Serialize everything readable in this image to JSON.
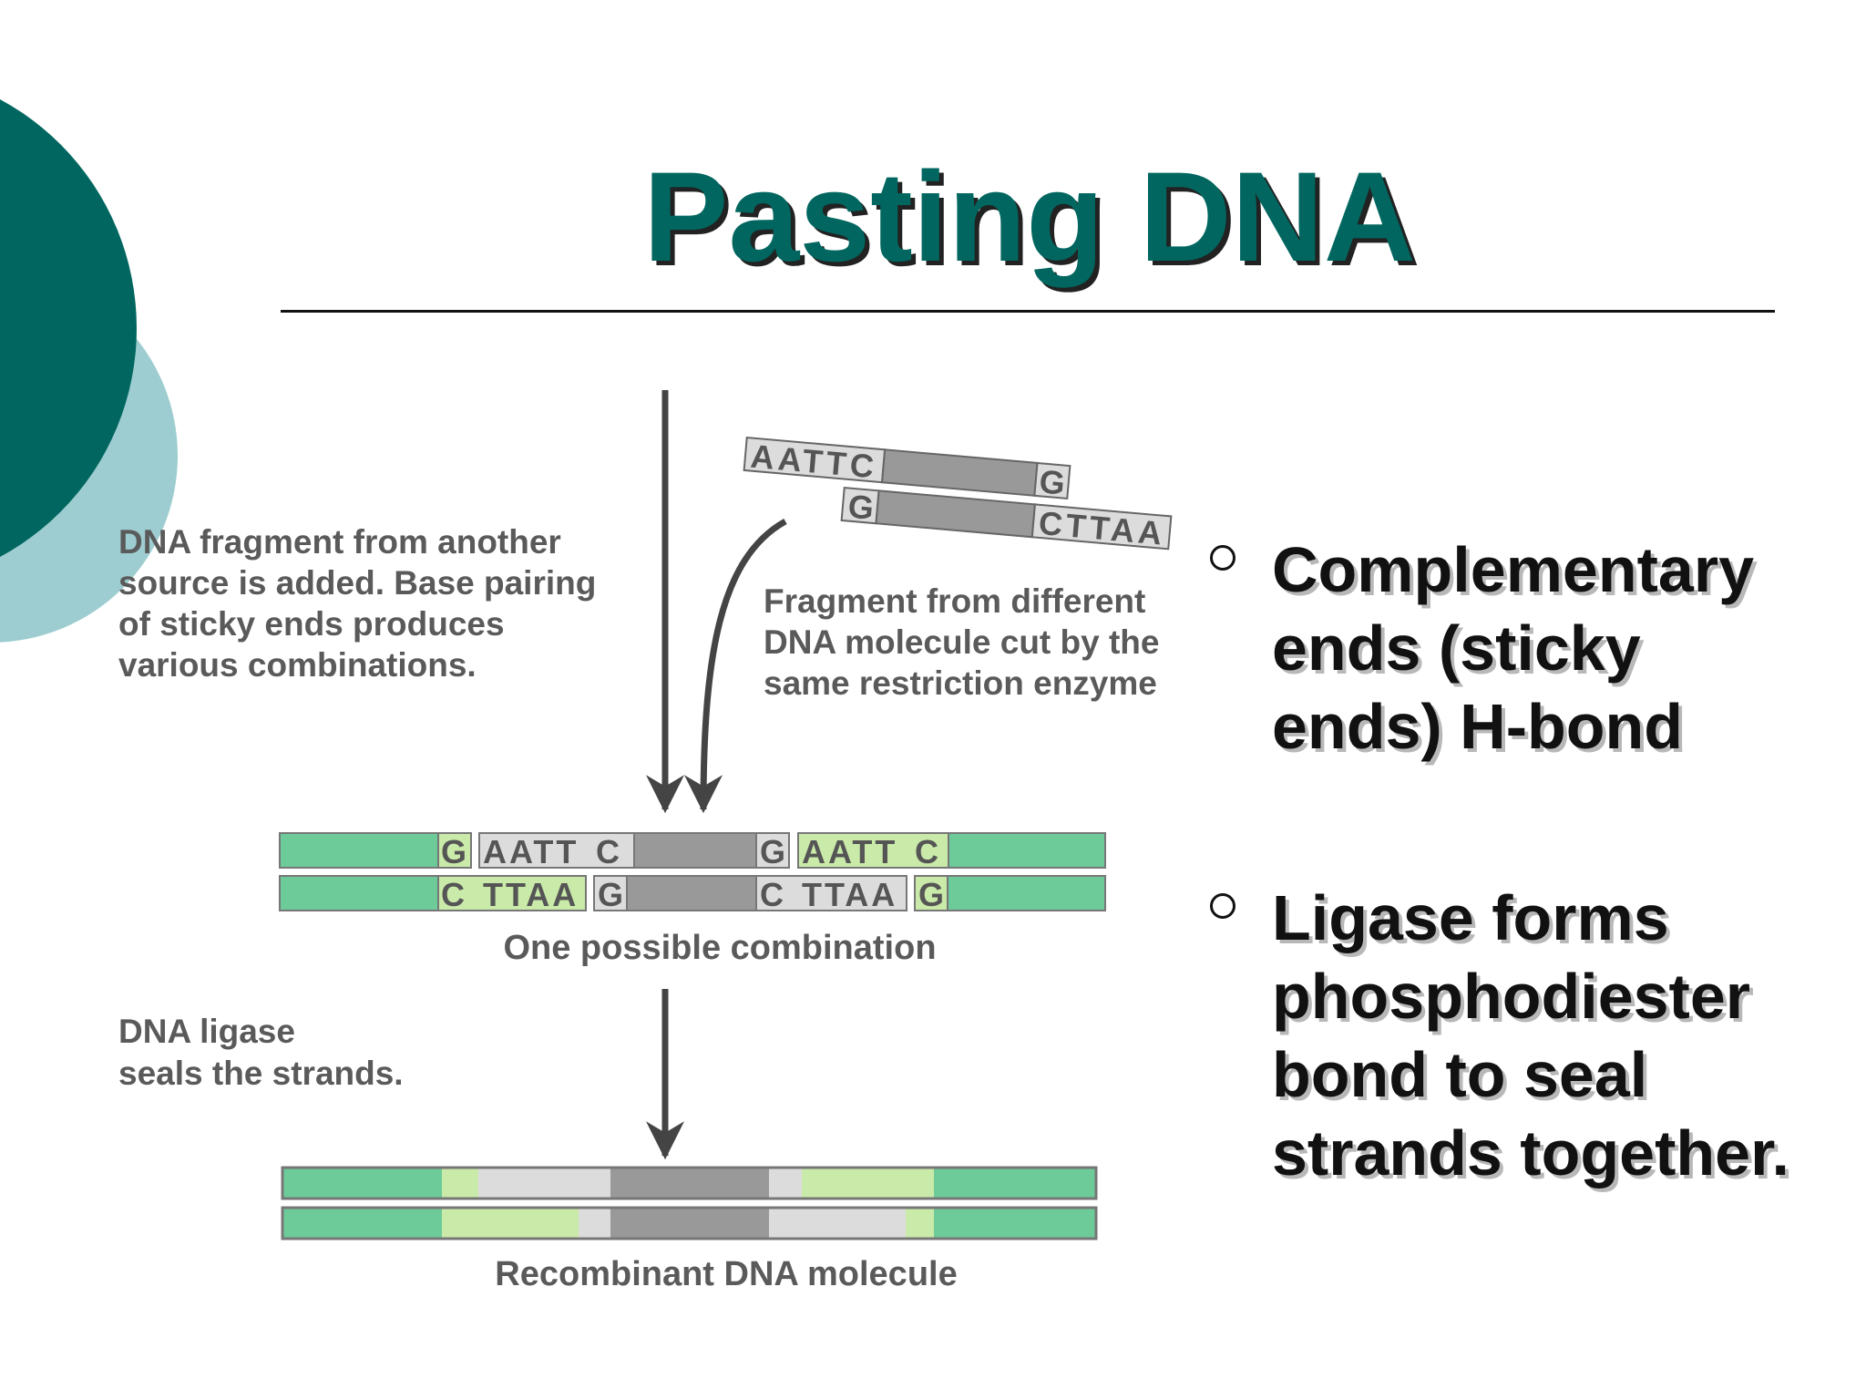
{
  "title": "Pasting DNA",
  "colors": {
    "dark_teal": "#00665f",
    "light_teal": "#9dcdd0",
    "green": "#6ccb98",
    "light_green": "#c9eaa9",
    "light_gray": "#dcdcdc",
    "dark_gray": "#999999"
  },
  "diagram": {
    "step1_label": [
      "DNA fragment from another",
      "source is added. Base pairing",
      "of sticky ends produces",
      "various combinations."
    ],
    "fragment_label": [
      "Fragment from different",
      "DNA molecule cut by the",
      "same restriction enzyme"
    ],
    "fragment_top": {
      "left": "AATTC",
      "right": "G"
    },
    "fragment_bottom": {
      "left": "G",
      "right": "CTTAA"
    },
    "combo_top": {
      "g1": "G",
      "aatt1": "AATT",
      "c1": "C",
      "g2": "G",
      "aatt2": "AATT",
      "c2": "C"
    },
    "combo_bottom": {
      "c1": "C",
      "ttaa1": "TTAA",
      "g1": "G",
      "c2": "C",
      "ttaa2": "TTAA",
      "g2": "G"
    },
    "combo_caption": "One possible combination",
    "ligase_label": [
      "DNA ligase",
      "seals the strands."
    ],
    "result_caption": "Recombinant DNA molecule"
  },
  "bullets": [
    {
      "lines": [
        "Complementary",
        "ends (sticky",
        "ends) H-bond"
      ]
    },
    {
      "lines": [
        "Ligase forms",
        "phosphodiester",
        "bond to seal",
        "strands together."
      ]
    }
  ]
}
